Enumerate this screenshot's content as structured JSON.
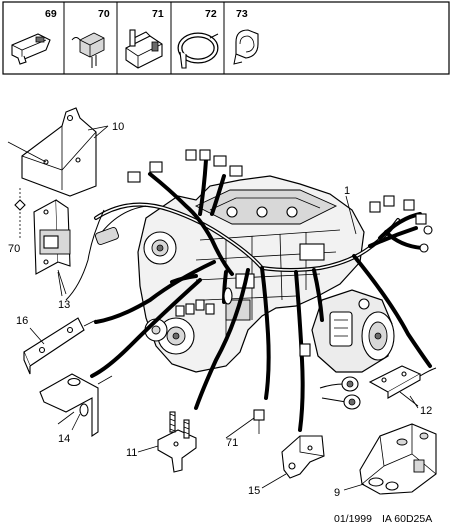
{
  "header_parts": [
    {
      "ref": "69",
      "icon": "connector-clip-icon"
    },
    {
      "ref": "70",
      "icon": "wire-clip-icon"
    },
    {
      "ref": "71",
      "icon": "bracket-clip-icon"
    },
    {
      "ref": "72",
      "icon": "cable-tie-ring-icon"
    },
    {
      "ref": "73",
      "icon": "hose-clip-icon"
    }
  ],
  "callouts": {
    "c1": "1",
    "c9": "9",
    "c10": "10",
    "c11": "11",
    "c12": "12",
    "c13": "13",
    "c14": "14",
    "c15": "15",
    "c16": "16",
    "c70": "70",
    "c71": "71"
  },
  "footer": {
    "date": "01/1999",
    "code": "IA 60D25A"
  }
}
